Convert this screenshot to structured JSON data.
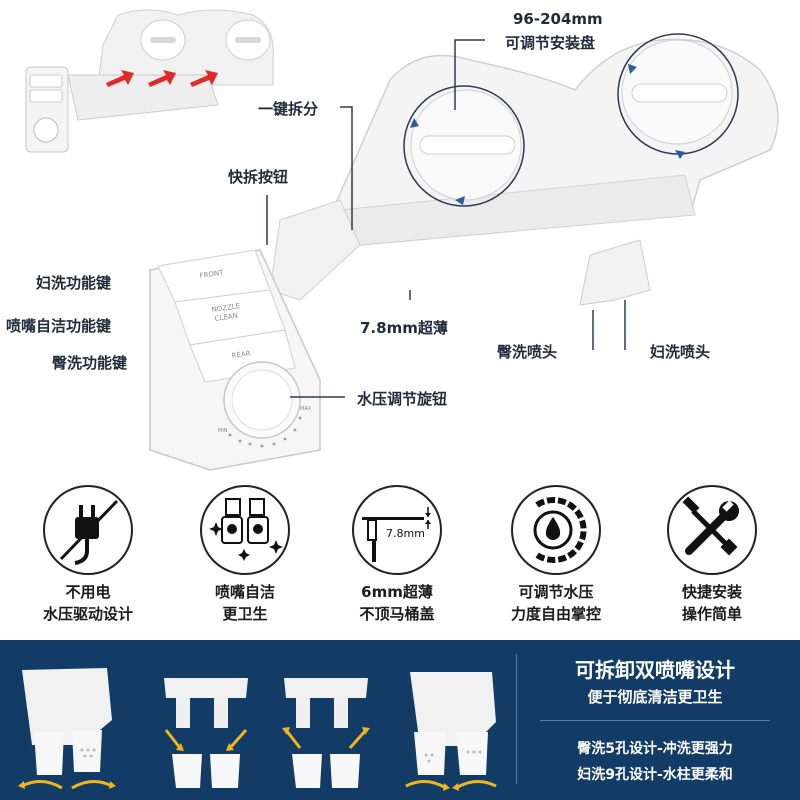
{
  "labels": {
    "mount_range": "96-204mm",
    "mount_plate": "可调节安装盘",
    "one_key_detach": "一键拆分",
    "quick_release": "快拆按钮",
    "feminine_key": "妇洗功能键",
    "nozzle_clean_key": "喷嘴自洁功能键",
    "rear_key": "臀洗功能键",
    "thickness": "7.8mm超薄",
    "rear_nozzle": "臀洗喷头",
    "feminine_nozzle": "妇洗喷头",
    "pressure_knob": "水压调节旋钮"
  },
  "panel_text": {
    "front": "FRONT",
    "nozzle": "NOZZLE",
    "clean": "CLEAN",
    "rear": "REAR",
    "max": "MAX",
    "min": "MIN"
  },
  "features": [
    {
      "line1": "不用电",
      "line2": "水压驱动设计",
      "icon": "no-plug-icon"
    },
    {
      "line1": "喷嘴自洁",
      "line2": "更卫生",
      "icon": "nozzle-sparkle-icon"
    },
    {
      "line1": "6mm超薄",
      "line2": "不顶马桶盖",
      "icon": "thin-profile-icon",
      "dim": "7.8mm"
    },
    {
      "line1": "可调节水压",
      "line2": "力度自由掌控",
      "icon": "water-drop-dial-icon"
    },
    {
      "line1": "快捷安装",
      "line2": "操作简单",
      "icon": "wrench-screwdriver-icon"
    }
  ],
  "bottom_panel": {
    "title": "可拆卸双喷嘴设计",
    "subtitle": "便于彻底清洁更卫生",
    "line3": "臀洗5孔设计-冲洗更强力",
    "line4": "妇洗9孔设计-水柱更柔和"
  },
  "colors": {
    "navy": "#123c66",
    "text": "#1f2a3a",
    "arrow_red": "#e02a2a",
    "arrow_yellow": "#f2b51c",
    "guide": "#2b3b55"
  }
}
